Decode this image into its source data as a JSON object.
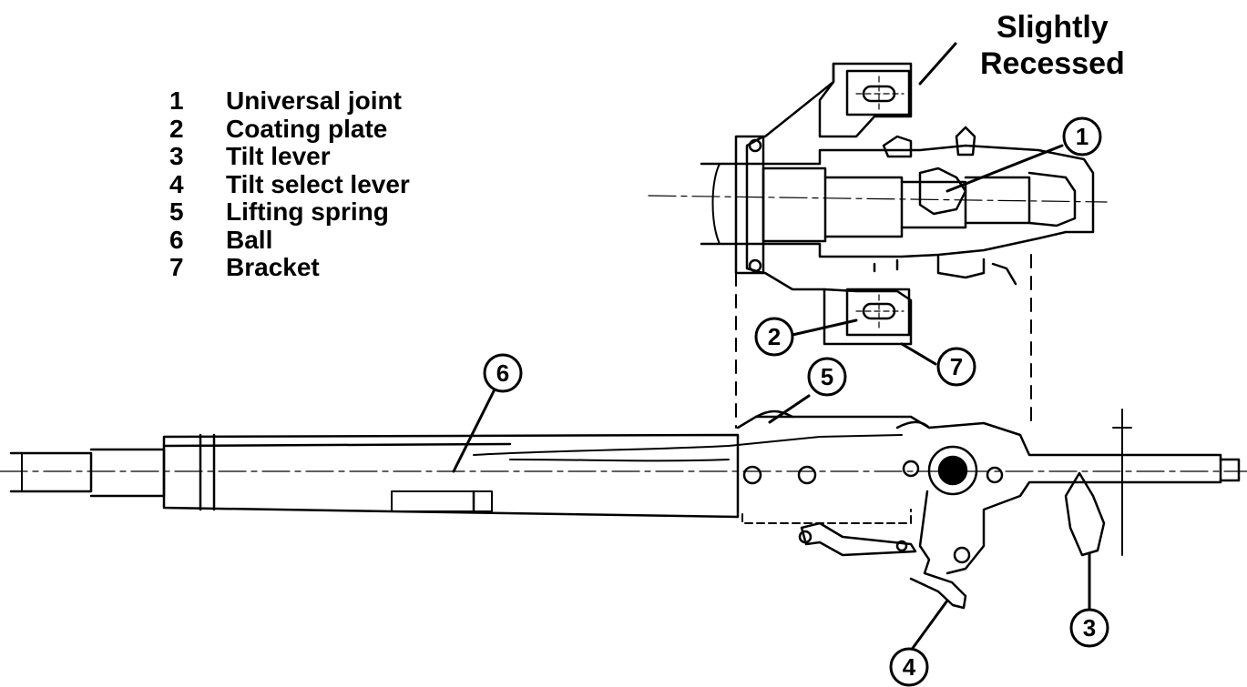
{
  "legend": [
    {
      "number": "1",
      "label": "Universal joint"
    },
    {
      "number": "2",
      "label": "Coating plate"
    },
    {
      "number": "3",
      "label": "Tilt lever"
    },
    {
      "number": "4",
      "label": "Tilt select lever"
    },
    {
      "number": "5",
      "label": "Lifting spring"
    },
    {
      "number": "6",
      "label": "Ball"
    },
    {
      "number": "7",
      "label": "Bracket"
    }
  ],
  "note": {
    "line1": "Slightly",
    "line2": "Recessed"
  },
  "callouts": [
    "1",
    "2",
    "3",
    "4",
    "5",
    "6",
    "7"
  ]
}
